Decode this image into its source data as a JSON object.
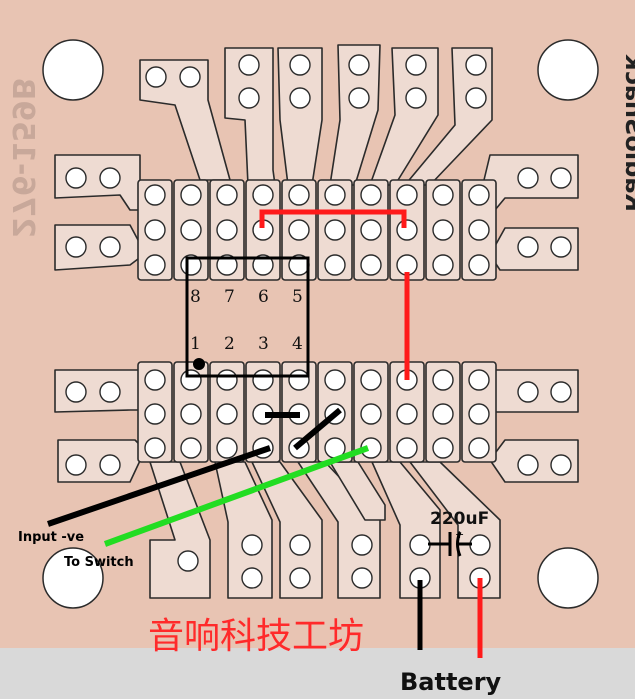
{
  "board": {
    "brand": "RadioShack",
    "part_number": "276-159B",
    "colors": {
      "board": "#e8c4b3",
      "pad": "#eedbd2",
      "outline": "#2b2b2b",
      "strip": "#d9d9d9"
    }
  },
  "ic": {
    "pins_top": [
      "8",
      "7",
      "6",
      "5"
    ],
    "pins_bottom": [
      "1",
      "2",
      "3",
      "4"
    ]
  },
  "labels": {
    "capacitor": "220uF",
    "cap_polarity": "+",
    "input": "Input -ve",
    "switch": "To Switch",
    "battery": "Battery",
    "watermark": "音响科技工坊"
  },
  "wire_colors": {
    "red": "#ff1a1a",
    "green": "#22dd22",
    "black": "#111111"
  }
}
